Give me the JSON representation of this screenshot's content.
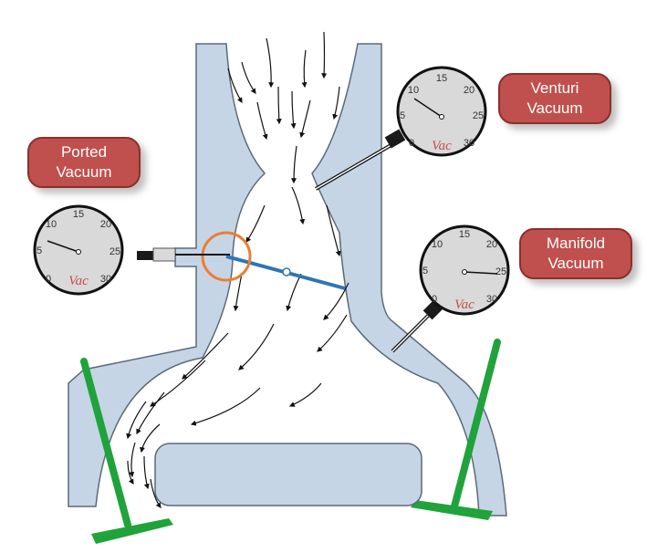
{
  "labels": {
    "ported": [
      "Ported",
      "Vacuum"
    ],
    "venturi": [
      "Venturi",
      "Vacuum"
    ],
    "manifold": [
      "Manifold",
      "Vacuum"
    ]
  },
  "gauges": {
    "ticks": [
      "0",
      "5",
      "10",
      "15",
      "20",
      "25",
      "30"
    ],
    "unit": "Vac"
  },
  "colors": {
    "body_fill": "#c5d5e6",
    "body_stroke": "#5a6a7a",
    "label_fill": "#c0504d",
    "throttle_plate": "#2e75b6",
    "highlight_circle": "#ed7d31",
    "valve": "#1fa33a",
    "gauge_face": "#d9d9d9"
  }
}
